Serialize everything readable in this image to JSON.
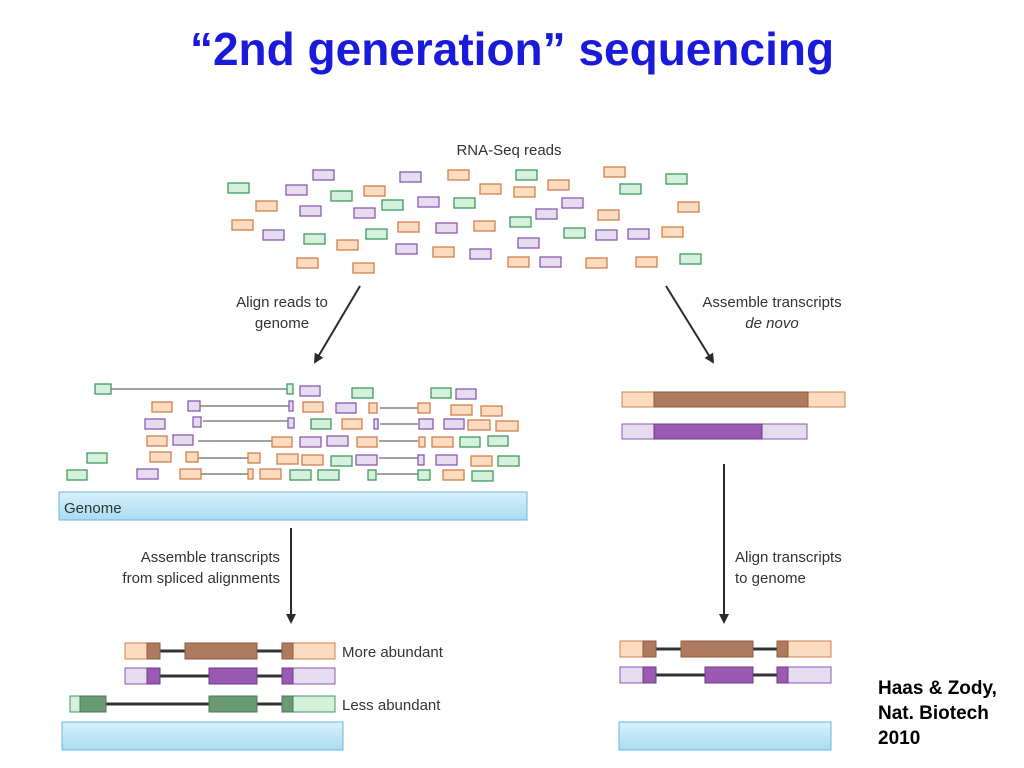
{
  "title": "“2nd generation” sequencing",
  "labels": {
    "rna_seq_reads": "RNA-Seq reads",
    "align_reads_line1": "Align reads to",
    "align_reads_line2": "genome",
    "assemble_denovo_line1": "Assemble transcripts",
    "assemble_denovo_line2": "de novo",
    "genome": "Genome",
    "assemble_spliced_line1": "Assemble transcripts",
    "assemble_spliced_line2": "from spliced alignments",
    "align_transcripts_line1": "Align transcripts",
    "align_transcripts_line2": "to genome",
    "more_abundant": "More abundant",
    "less_abundant": "Less abundant"
  },
  "citation": {
    "line1": "Haas & Zody,",
    "line2": "Nat. Biotech",
    "line3": "2010"
  },
  "colors": {
    "title": "#1a1adb",
    "orange_fill": "#fcdcc0",
    "orange_stroke": "#d2804a",
    "orange_dark": "#b07a5e",
    "purple_fill": "#e6dcf0",
    "purple_stroke": "#8a5aae",
    "purple_dark": "#9a5ab2",
    "green_fill": "#d6f0de",
    "green_stroke": "#3f9a5c",
    "green_dark": "#6b9a74",
    "genome_fill": "#bfe6f7",
    "genome_stroke": "#6ab8dc"
  }
}
